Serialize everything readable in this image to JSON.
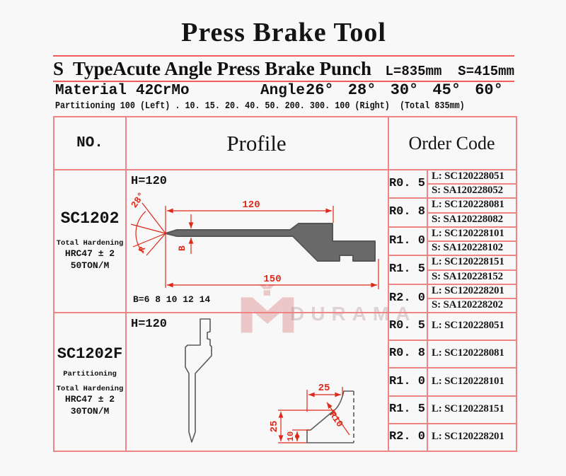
{
  "title": "Press Brake Tool",
  "subtitle": {
    "type_label": "S  Type",
    "name": "Acute Angle Press Brake Punch",
    "length_spec": "L=835mm",
    "s_spec": "S=415mm"
  },
  "specs": {
    "material_label": "Material",
    "material_value": "42CrMo",
    "angle_label": "Angle",
    "angle_values": "26° 28° 30° 45° 60°",
    "partitioning": "Partitioning 100 (Left) . 10. 15. 20. 40. 50. 200. 300. 100 (Right)  (Total 835mm)"
  },
  "watermark": {
    "brand": "DURAMA"
  },
  "table": {
    "headers": {
      "no": "NO.",
      "profile": "Profile",
      "order_code": "Order Code"
    },
    "rows": [
      {
        "no": "SC1202",
        "notes": [
          "Total Hardening",
          "HRC47 ± 2",
          "50TON/M"
        ],
        "profile": {
          "height_label": "H=120",
          "top_width": "120",
          "total_width": "150",
          "tip_angle": "28°",
          "tip_radius": "R",
          "blade_width": "B",
          "blade_widths_note": "B=6 8 10 12 14"
        },
        "order_codes": [
          {
            "radius": "R0. 5",
            "codes": [
              "L: SC120228051",
              "S: SA120228052"
            ]
          },
          {
            "radius": "R0. 8",
            "codes": [
              "L: SC120228081",
              "S: SA120228082"
            ]
          },
          {
            "radius": "R1. 0",
            "codes": [
              "L: SC120228101",
              "S: SA120228102"
            ]
          },
          {
            "radius": "R1. 5",
            "codes": [
              "L: SC120228151",
              "S: SA120228152"
            ]
          },
          {
            "radius": "R2. 0",
            "codes": [
              "L: SC120228201",
              "S: SA120228202"
            ]
          }
        ]
      },
      {
        "no": "SC1202F",
        "notes": [
          "Partitioning",
          "Total Hardening",
          "HRC47 ± 2",
          "30TON/M"
        ],
        "profile": {
          "height_label": "H=120",
          "shoulder_width": "25",
          "shoulder_height": "25",
          "relief_height": "10",
          "relief_radius": "R10"
        },
        "order_codes": [
          {
            "radius": "R0. 5",
            "codes": [
              "L: SC120228051"
            ]
          },
          {
            "radius": "R0. 8",
            "codes": [
              "L: SC120228081"
            ]
          },
          {
            "radius": "R1. 0",
            "codes": [
              "L: SC120228101"
            ]
          },
          {
            "radius": "R1. 5",
            "codes": [
              "L: SC120228151"
            ]
          },
          {
            "radius": "R2. 0",
            "codes": [
              "L: SC120228201"
            ]
          }
        ]
      }
    ]
  },
  "colors": {
    "table_border": "#ee8484",
    "dimension_red": "#dd2919",
    "accent_line": "#f15b5b",
    "profile_fill": "#6a6a6a",
    "watermark_red": "#c03030"
  }
}
